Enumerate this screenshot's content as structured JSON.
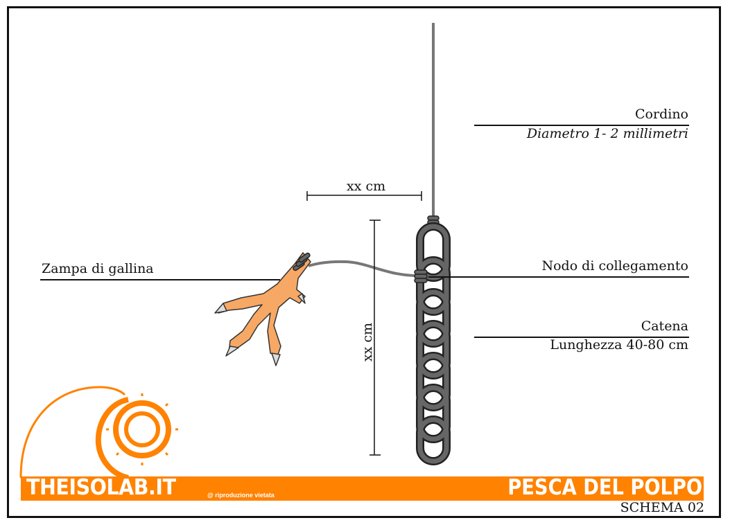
{
  "labels": {
    "cordino": "Cordino",
    "cordino_sub": "Diametro 1- 2 millimetri",
    "xx_cm_horizontal": "xx cm",
    "xx_cm_vertical": "xx cm",
    "zampa": "Zampa di gallina",
    "nodo": "Nodo di collegamento",
    "catena": "Catena",
    "catena_sub": "Lunghezza 40-80 cm"
  },
  "banner": {
    "brand": "THEISOLAB.IT",
    "copyright": "@ riproduzione vietata",
    "title": "PESCA DEL POLPO",
    "schema": "SCHEMA 02"
  },
  "colors": {
    "accent": "#ff8200",
    "chain": "#666666",
    "rope": "#777777",
    "claw": "#f7a865"
  }
}
